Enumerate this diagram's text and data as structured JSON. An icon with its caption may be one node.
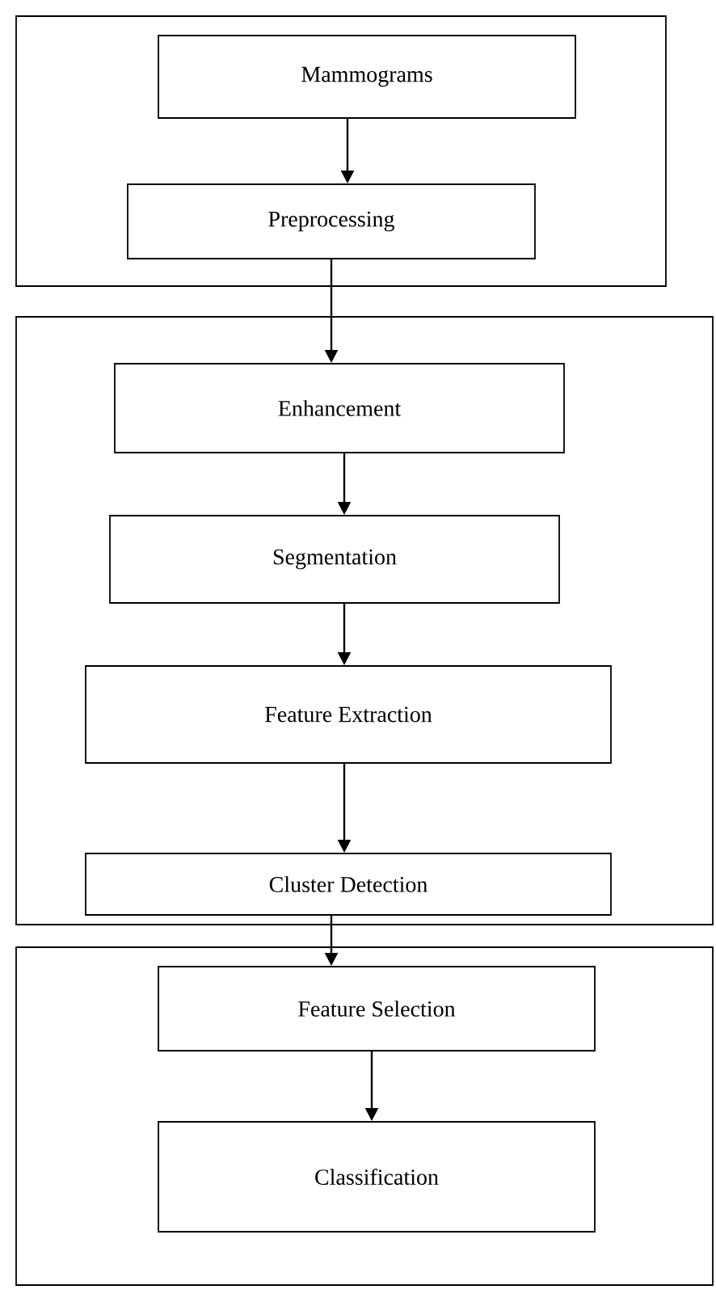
{
  "diagram": {
    "nodes": [
      {
        "text": [],
        "shape": "box"
      },
      {
        "text": [
          "Mammograms"
        ],
        "in": 0
      },
      {
        "text": [
          "Preprocessing"
        ],
        "in": 0
      },
      {
        "text": [],
        "shape": "box"
      },
      {
        "text": [
          "Enhancement"
        ],
        "in": 3
      },
      {
        "text": [
          "Segmentation"
        ],
        "in": 3
      },
      {
        "text": [
          "Feature Extraction"
        ],
        "in": 3
      },
      {
        "text": [
          "Cluster Detection"
        ],
        "in": 3
      },
      {
        "text": [],
        "shape": "box"
      },
      {
        "text": [
          "Feature Selection"
        ],
        "in": 8
      },
      {
        "text": [
          "Classification"
        ],
        "in": 8
      }
    ],
    "edges": [
      {
        "from": 1,
        "to": 2,
        "arrow": "to"
      },
      {
        "from": 2,
        "to": 4,
        "arrow": "to"
      },
      {
        "from": 4,
        "to": 5,
        "arrow": "to"
      },
      {
        "from": 5,
        "to": 6,
        "arrow": "to"
      },
      {
        "from": 6,
        "to": 7,
        "arrow": "to"
      },
      {
        "from": 7,
        "to": 9,
        "arrow": "to"
      },
      {
        "from": 9,
        "to": 10,
        "arrow": "to"
      }
    ]
  }
}
